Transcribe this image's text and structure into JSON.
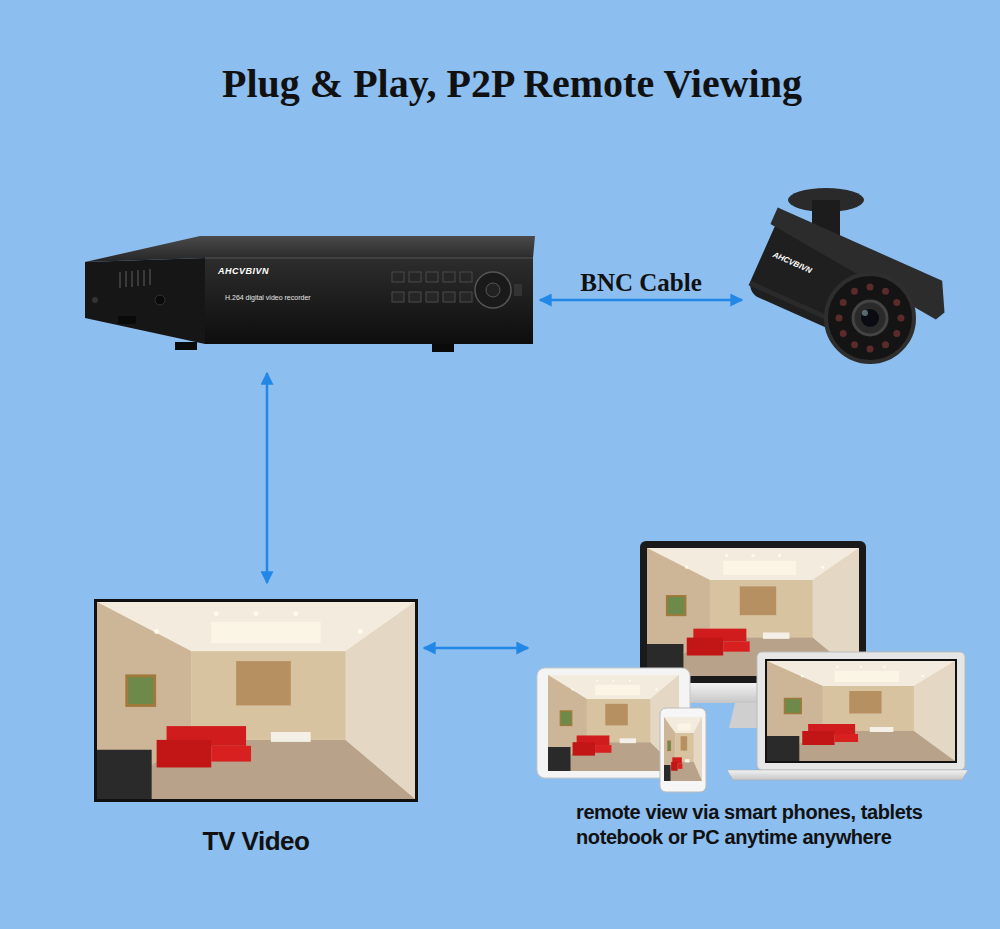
{
  "diagram": {
    "title": "Plug & Play, P2P Remote Viewing",
    "nodes": [
      {
        "text": [
          "AHCVBIVN",
          "H.264 digital video recorder"
        ]
      },
      {
        "text": [
          "AHCVBIVN"
        ]
      },
      {
        "text": [
          "TV Video"
        ]
      },
      {
        "text": [
          "remote view via smart phones, tablets notebook or PC anytime anywhere"
        ]
      }
    ],
    "edges": [
      {
        "from": 0,
        "to": 1,
        "label": "BNC Cable",
        "arrow": "both"
      },
      {
        "from": 0,
        "to": 2,
        "arrow": "both"
      },
      {
        "from": 2,
        "to": 3,
        "arrow": "both"
      }
    ]
  }
}
